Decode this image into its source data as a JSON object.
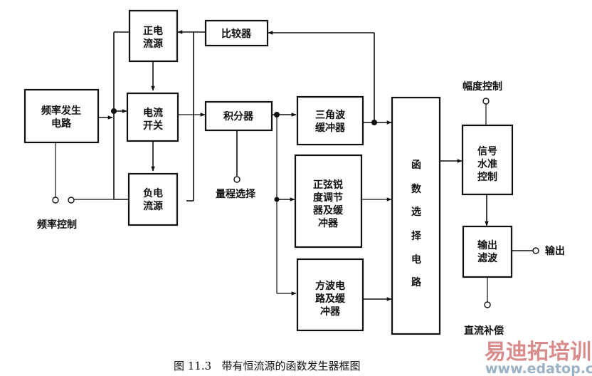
{
  "blocks": {
    "freq_gen": [
      "频率发生",
      "电路"
    ],
    "pos_current": [
      "正电",
      "流源"
    ],
    "current_switch": [
      "电流",
      "开关"
    ],
    "neg_current": [
      "负电",
      "流源"
    ],
    "comparator": [
      "比较器"
    ],
    "integrator": [
      "积分器"
    ],
    "triangle_buffer": [
      "三角波",
      "缓冲器"
    ],
    "sine_shaper": [
      "正弦锐",
      "度调节",
      "器及缓",
      "冲器"
    ],
    "square_circuit": [
      "方波电",
      "路及缓",
      "冲器"
    ],
    "function_select": [
      "函",
      "数",
      "选",
      "择",
      "电",
      "路"
    ],
    "level_control": [
      "信号",
      "水准",
      "控制"
    ],
    "output_filter": [
      "输出",
      "滤波"
    ]
  },
  "terminals": {
    "freq_control": "频率控制",
    "range_select": "量程选择",
    "amplitude_control": "幅度控制",
    "output": "输出",
    "dc_offset": "直流补偿"
  },
  "caption": "图 11.3   带有恒流源的函数发生器框图",
  "watermark": {
    "brand": "易迪拓培训",
    "url": "www.edatop.com",
    "brand_color": "#d98a8a",
    "url_color": "#9ab0c4"
  }
}
